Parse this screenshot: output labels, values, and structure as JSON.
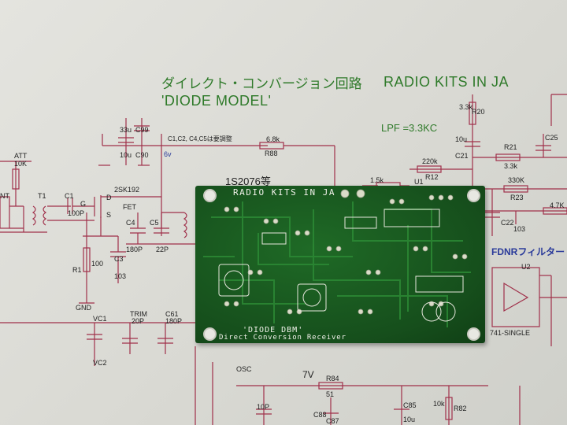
{
  "schematic": {
    "title_japanese": "ダイレクト・コンバージョン回路",
    "title_english": "RADIO KITS IN JA",
    "title_model": "'DIODE  MODEL'",
    "lpf_label": "LPF =3.3KC",
    "fdnr_label": "FDNRフィルター",
    "diode_label": "1S2076等",
    "voltage_7v": "7V",
    "voltage_6v": "6v",
    "cap_note": "C1,C2, C4,C5は要調整",
    "labels": {
      "att": "ATT",
      "att_value": "10K",
      "ant": "NT",
      "t1": "T1",
      "c1": "C1",
      "g": "G",
      "fet_part": "2SK192",
      "fet": "FET",
      "d": "D",
      "s": "S",
      "p100": "100P",
      "c4": "C4",
      "c5": "C5",
      "p180": "180P",
      "p22": "22P",
      "c3": "C3",
      "v103": "103",
      "r1": "R1",
      "r100": "100",
      "gnd": "GND",
      "c90": "C90",
      "c99": "C99",
      "r88": "R88",
      "k68": "6.8k",
      "r20": "R20",
      "k33": "3.3k",
      "u10": "10u",
      "c21": "C21",
      "r21": "R21",
      "r21v": "3.3k",
      "c25": "C25",
      "k220": "220k",
      "r12": "R12",
      "u1": "U1",
      "k15": "1.5k",
      "k330": "330K",
      "r23": "R23",
      "k47": "4.7K",
      "c22": "C22",
      "c22v": "103",
      "u2": "U2",
      "op741": "741-SINGLE",
      "vc1": "VC1",
      "vc2": "VC2",
      "trim": "TRIM",
      "p20": "20P",
      "c61": "C61",
      "c61v": "180P",
      "osc": "OSC",
      "r84": "R84",
      "r84v": "51",
      "c88": "C88",
      "c87": "C87",
      "c85": "C85",
      "c85v": "10u",
      "k10": "10k",
      "r82": "R82",
      "p10": "10P",
      "u33": "33u",
      "u10b": "10u"
    }
  },
  "pcb": {
    "top_text": "RADIO KITS IN JA",
    "model_text": "'DIODE DBM'",
    "subtitle_text": "Direct Conversion Receiver"
  },
  "colors": {
    "schematic_line": "#a0304a",
    "schematic_text_green": "#2f7a2a",
    "schematic_text_blue": "#2a3a9a",
    "pcb_green": "#1f6a26",
    "pcb_silk": "#f1f1ea"
  }
}
